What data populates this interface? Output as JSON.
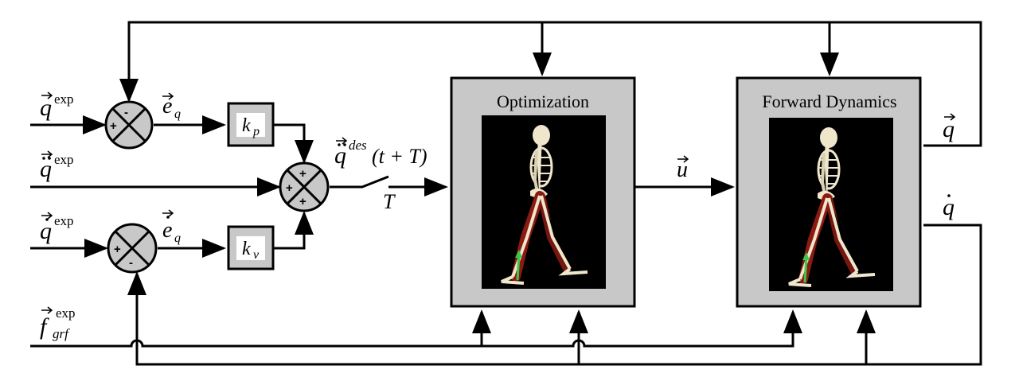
{
  "inputs": {
    "q_exp": {
      "symbol": "q",
      "sup": "exp"
    },
    "qdd_exp": {
      "symbol": "q",
      "sup": "exp"
    },
    "qd_exp": {
      "symbol": "q",
      "sup": "exp"
    },
    "f_grf_exp": {
      "symbol": "f",
      "sup": "exp",
      "sub": "grf"
    }
  },
  "errors": {
    "e_q": {
      "symbol": "e",
      "sub": "q"
    },
    "ed_q": {
      "symbol": "e",
      "sub": "q"
    }
  },
  "gains": {
    "kp": {
      "symbol": "k",
      "sub": "p"
    },
    "kv": {
      "symbol": "k",
      "sub": "v"
    }
  },
  "summing_junctions": {
    "sj1": {
      "signs": [
        "-",
        "+"
      ]
    },
    "sj2": {
      "signs": [
        "+",
        "+",
        "+"
      ]
    },
    "sj3": {
      "signs": [
        "+",
        "-"
      ]
    }
  },
  "desired_accel": {
    "symbol": "q",
    "sup": "des",
    "arg": "(t + T)"
  },
  "switch_label": "T",
  "control_signal": {
    "symbol": "u"
  },
  "blocks": {
    "optimization": {
      "title": "Optimization"
    },
    "forward_dynamics": {
      "title": "Forward Dynamics"
    }
  },
  "outputs": {
    "q": {
      "symbol": "q"
    },
    "qd": {
      "symbol": "q"
    }
  },
  "colors": {
    "block_fill": "#c8c8c8",
    "panel_bg": "#000000",
    "bone": "#efe6cc",
    "muscle": "#8a1a12",
    "grf_arrow": "#3cc84a"
  }
}
